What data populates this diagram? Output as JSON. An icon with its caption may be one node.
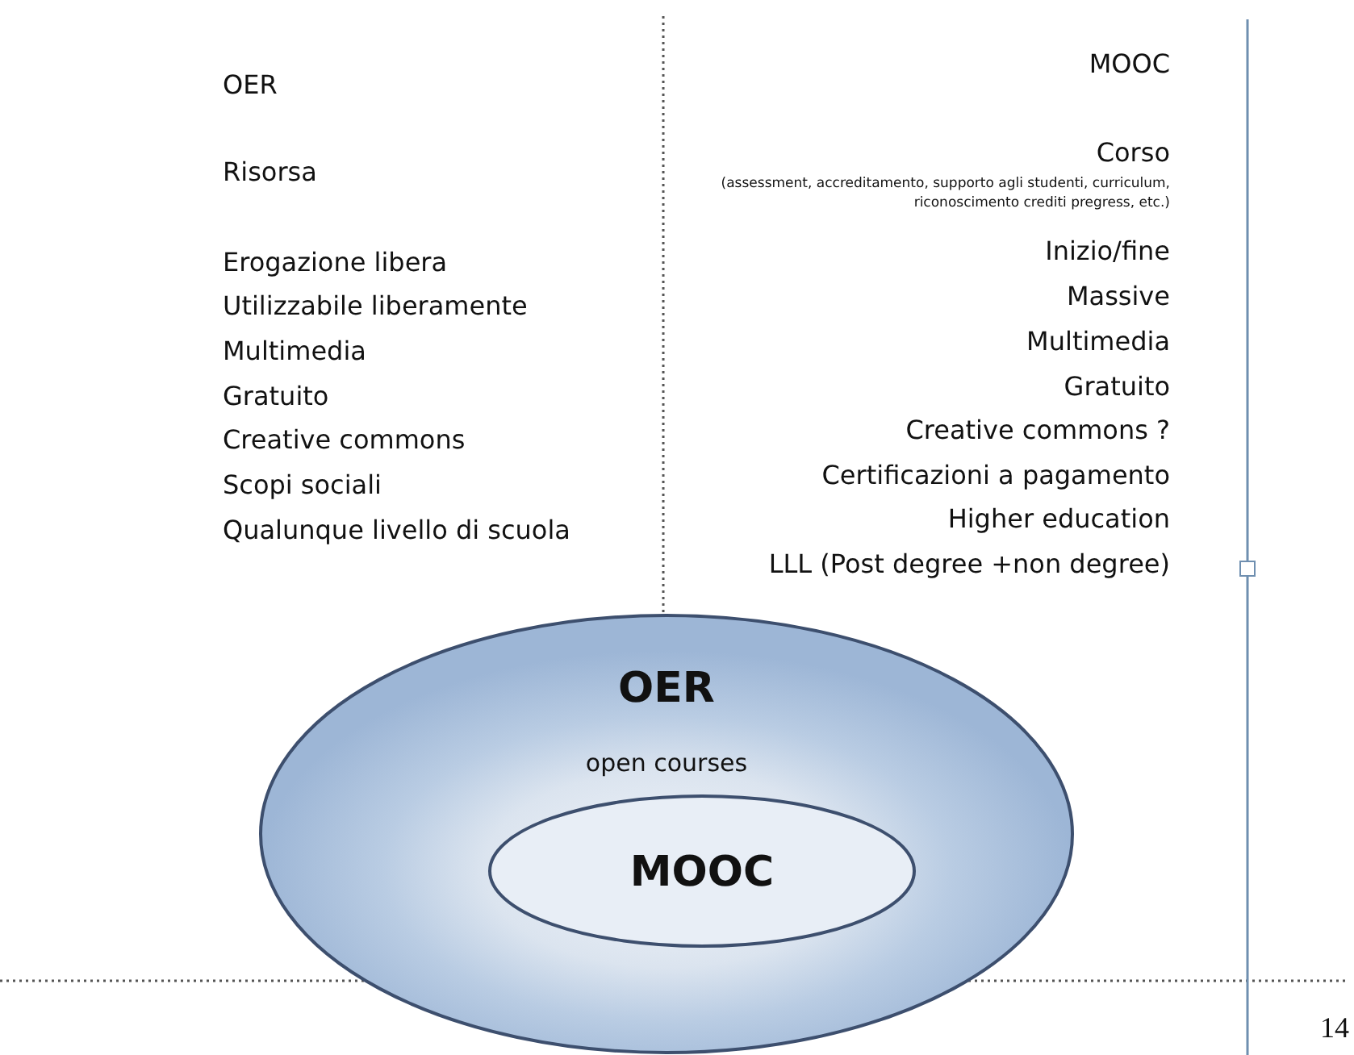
{
  "diagram": {
    "nodes": [
      {
        "text": [
          "OER",
          "open courses"
        ]
      },
      {
        "text": [
          "MOOC"
        ],
        "in": 0
      }
    ],
    "edges": [],
    "labels": [
      "OER",
      "Risorsa",
      "Erogazione libera",
      "Utilizzabile liberamente",
      "Multimedia",
      "Gratuito",
      "Creative commons",
      "Scopi sociali",
      "Qualunque livello di scuola",
      "MOOC",
      "Corso",
      "(assessment, accreditamento, supporto agli studenti, curriculum, riconoscimento crediti pregress, etc.)",
      "Inizio/fine",
      "Massive",
      "Multimedia",
      "Gratuito",
      "Creative commons ?",
      "Certificazioni a pagamento",
      "Higher education",
      "LLL (Post degree +non degree)",
      "14"
    ]
  }
}
